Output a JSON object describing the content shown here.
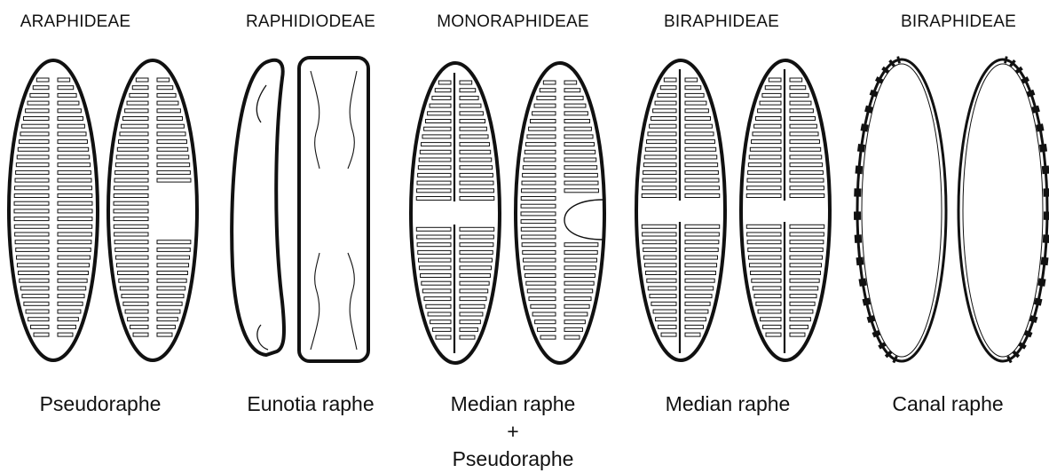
{
  "groups": [
    {
      "title": "ARAPHIDEAE",
      "caption": [
        "Pseudoraphe"
      ]
    },
    {
      "title": "RAPHIDIODEAE",
      "caption": [
        "Eunotia raphe"
      ]
    },
    {
      "title": "MONORAPHIDEAE",
      "caption": [
        "Median raphe",
        "+",
        "Pseudoraphe"
      ]
    },
    {
      "title": "BIRAPHIDEAE",
      "caption": [
        "Median raphe"
      ]
    },
    {
      "title": "BIRAPHIDEAE",
      "caption": [
        "Canal raphe"
      ]
    }
  ],
  "colors": {
    "ink": "#111111",
    "background": "#ffffff"
  }
}
